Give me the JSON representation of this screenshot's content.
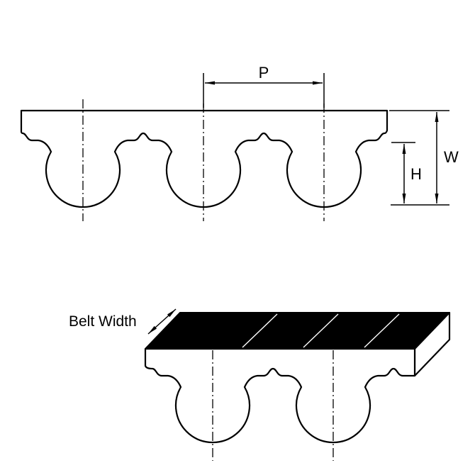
{
  "figure": {
    "labels": {
      "pitch": "P",
      "belt_thickness": "W",
      "tooth_height": "H",
      "belt_width": "Belt Width"
    },
    "colors": {
      "line": "#000000",
      "belt_fill": "#ffffff",
      "top_surface_fill": "#000000",
      "background": "#ffffff"
    }
  }
}
